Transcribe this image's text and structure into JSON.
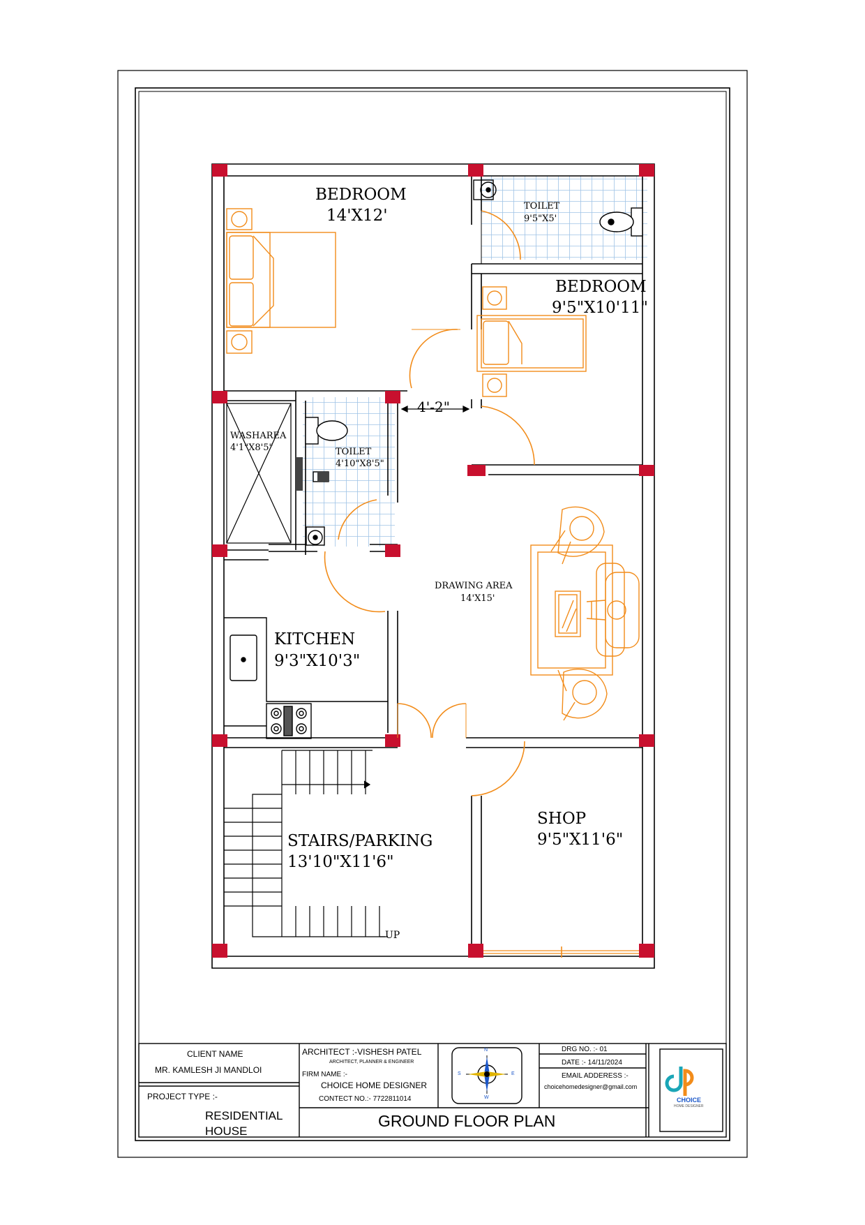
{
  "rooms": {
    "bedroom1": {
      "name": "BEDROOM",
      "size": "14'X12'"
    },
    "toilet1": {
      "name": "TOILET",
      "size": "9'5\"X5'"
    },
    "bedroom2": {
      "name": "BEDROOM",
      "size": "9'5\"X10'11\""
    },
    "washarea": {
      "name": "WASHAREA",
      "size": "4'1\"X8'5\""
    },
    "toilet2": {
      "name": "TOILET",
      "size": "4'10\"X8'5\""
    },
    "passage_dim": "4'-2\"",
    "drawing": {
      "name": "DRAWING AREA",
      "size": "14'X15'"
    },
    "kitchen": {
      "name": "KITCHEN",
      "size": "9'3\"X10'3\""
    },
    "shop": {
      "name": "SHOP",
      "size": "9'5\"X11'6\""
    },
    "parking": {
      "name": "STAIRS/PARKING",
      "size": "13'10\"X11'6\""
    },
    "stair_up": "UP"
  },
  "title_block": {
    "client_label": "CLIENT NAME",
    "client_name": "MR. KAMLESH JI MANDLOI",
    "project_type_label": "PROJECT TYPE :-",
    "project_type_line1": "RESIDENTIAL",
    "project_type_line2": "HOUSE",
    "architect": "ARCHITECT :-VISHESH PATEL",
    "architect_sub": "ARCHITECT, PLANNER & ENGINEER",
    "firm_label": "FIRM NAME :-",
    "firm_name": "CHOICE HOME DESIGNER",
    "contact": "CONTECT NO.:-   7722811014",
    "drg_no": "DRG NO. :- 01",
    "date": "DATE :- 14/11/2024",
    "email_label": "EMAIL ADDERESS :-",
    "email": "choicehomedesigner@gmail.com",
    "drawing_title": "GROUND FLOOR PLAN",
    "logo_text": "CHOICE",
    "logo_sub": "HOME DESIGNER",
    "compass": {
      "n": "N",
      "s": "S",
      "e": "E",
      "w": "W"
    }
  },
  "colors": {
    "line": "#000000",
    "column": "#c8102e",
    "furniture": "#f28c1a",
    "tile": "#9fc3e6",
    "logo_teal": "#1aa6b7",
    "logo_orange": "#f28c1a"
  }
}
